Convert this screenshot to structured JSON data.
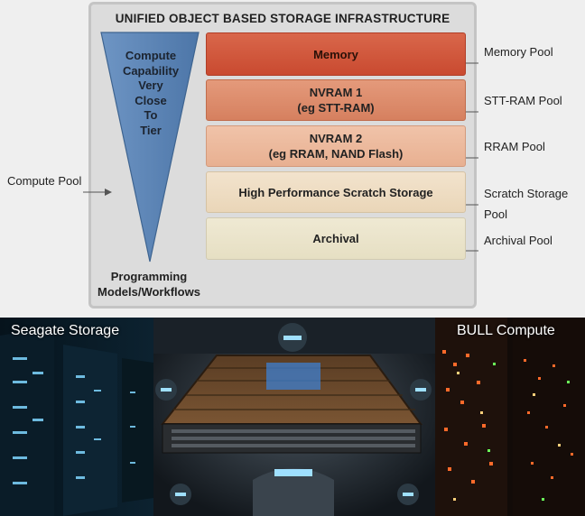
{
  "diagram": {
    "title": "UNIFIED OBJECT BASED STORAGE INFRASTRUCTURE",
    "triangle_label": [
      "Compute",
      "Capability",
      "Very",
      "Close",
      "To",
      "Tier"
    ],
    "bottom_label": [
      "Programming",
      "Models/Workflows"
    ],
    "tiers": [
      {
        "line1": "Memory",
        "line2": ""
      },
      {
        "line1": "NVRAM 1",
        "line2": "(eg STT-RAM)"
      },
      {
        "line1": "NVRAM 2",
        "line2": "(eg RRAM, NAND Flash)"
      },
      {
        "line1": "High Performance Scratch Storage",
        "line2": ""
      },
      {
        "line1": "Archival",
        "line2": ""
      }
    ],
    "pools": {
      "compute": "Compute Pool",
      "memory": "Memory Pool",
      "stt": "STT-RAM Pool",
      "rram": "RRAM Pool",
      "scratch_1": "Scratch Storage",
      "scratch_2": "Pool",
      "archival": "Archival Pool"
    },
    "colors": {
      "triangle": "#5b84b5",
      "memory": "#cf5438",
      "nvram1": "#dd8b6b",
      "nvram2": "#ecb99c",
      "scratch": "#efdcc2",
      "archival": "#ebe4cb"
    }
  },
  "photos": {
    "left_label": "Seagate Storage",
    "right_label": "BULL Compute"
  }
}
